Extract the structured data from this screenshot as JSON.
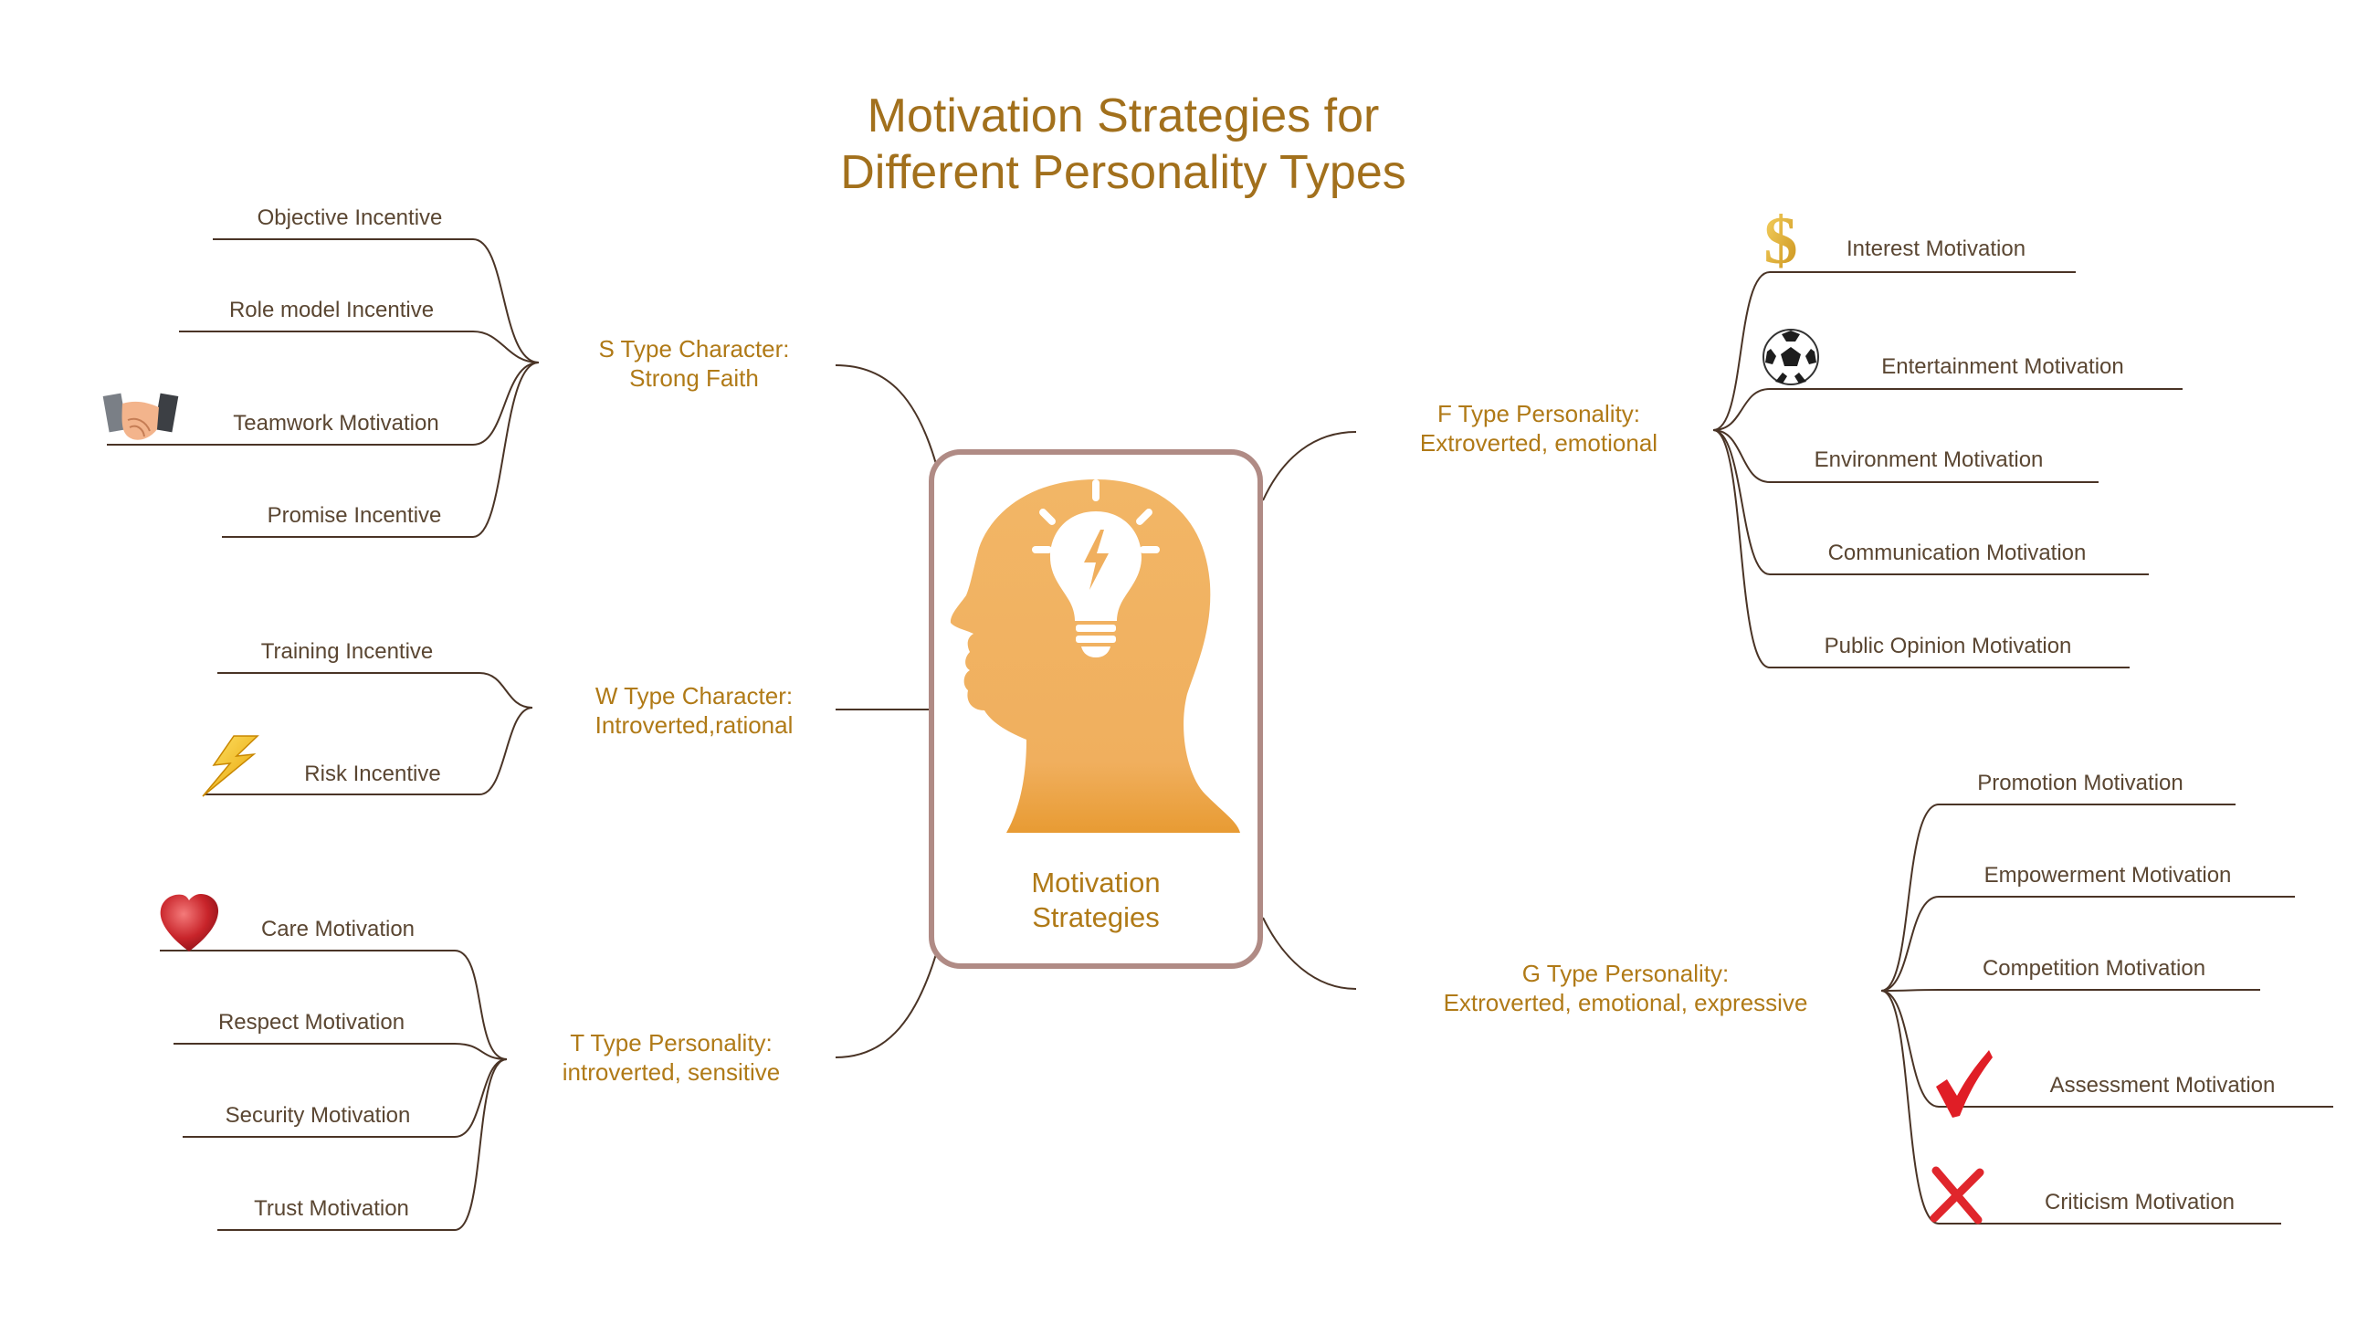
{
  "title": {
    "line1": "Motivation Strategies for",
    "line2": "Different Personality Types"
  },
  "center": {
    "line1": "Motivation",
    "line2": "Strategies",
    "icon": "head-lightbulb-icon"
  },
  "colors": {
    "title": "#A2701C",
    "branch_text": "#B07A17",
    "leaf_text": "#5A4632",
    "connector": "#4A3426",
    "center_border": "#B08B85",
    "head": "#F0B062"
  },
  "branches": {
    "s": {
      "line1": "S Type Character:",
      "line2": "Strong Faith",
      "leaves": [
        "Objective Incentive",
        "Role model Incentive",
        "Teamwork Motivation",
        "Promise Incentive"
      ],
      "icons": {
        "teamwork": "handshake-icon"
      }
    },
    "w": {
      "line1": "W Type Character:",
      "line2": "Introverted,rational",
      "leaves": [
        "Training Incentive",
        "Risk Incentive"
      ],
      "icons": {
        "risk": "lightning-icon"
      }
    },
    "t": {
      "line1": "T Type Personality:",
      "line2": "introverted, sensitive",
      "leaves": [
        "Care Motivation",
        "Respect Motivation",
        "Security Motivation",
        "Trust Motivation"
      ],
      "icons": {
        "care": "heart-icon"
      }
    },
    "f": {
      "line1": "F Type Personality:",
      "line2": "Extroverted, emotional",
      "leaves": [
        "Interest Motivation",
        "Entertainment Motivation",
        "Environment Motivation",
        "Communication Motivation",
        "Public Opinion Motivation"
      ],
      "icons": {
        "interest": "dollar-icon",
        "entertainment": "soccer-ball-icon"
      }
    },
    "g": {
      "line1": "G Type Personality:",
      "line2": "Extroverted, emotional, expressive",
      "leaves": [
        "Promotion Motivation",
        "Empowerment Motivation",
        "Competition Motivation",
        "Assessment Motivation",
        "Criticism Motivation"
      ],
      "icons": {
        "assessment": "checkmark-icon",
        "criticism": "cross-icon"
      }
    }
  }
}
